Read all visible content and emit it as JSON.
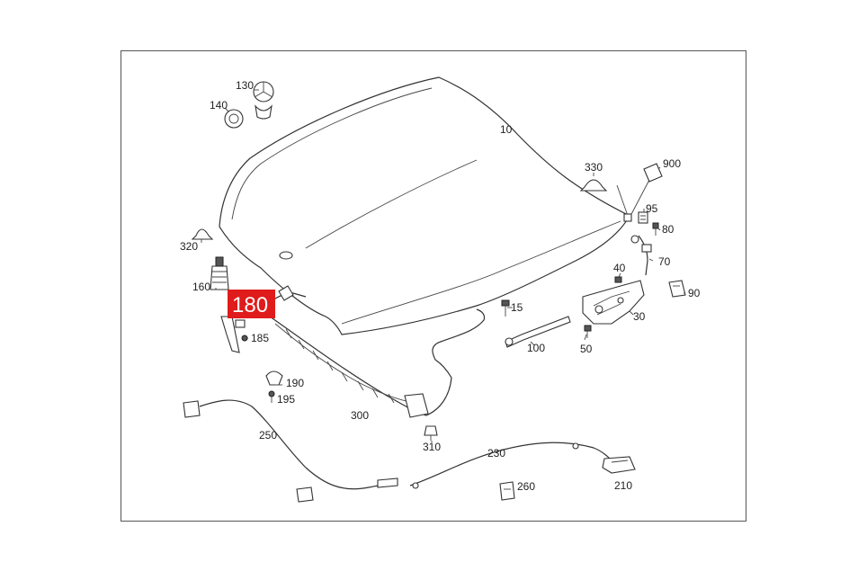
{
  "highlight": {
    "label": "180",
    "color": "#e01b1b"
  },
  "callouts": {
    "c10": "10",
    "c15": "15",
    "c30": "30",
    "c40": "40",
    "c50": "50",
    "c70": "70",
    "c80": "80",
    "c90": "90",
    "c95": "95",
    "c100": "100",
    "c130": "130",
    "c140": "140",
    "c160": "160",
    "c185": "185",
    "c190": "190",
    "c195": "195",
    "c210": "210",
    "c230": "230",
    "c250": "250",
    "c260": "260",
    "c300": "300",
    "c310": "310",
    "c320": "320",
    "c330": "330",
    "c900": "900"
  }
}
